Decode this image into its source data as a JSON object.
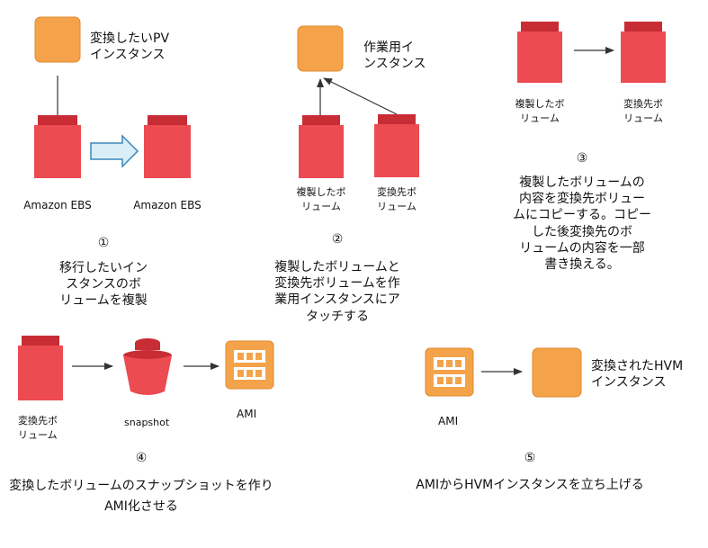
{
  "colors": {
    "instance": "#F5A34A",
    "instance_edge": "#DE8A2E",
    "volume": "#EC4B52",
    "volume_top": "#C82C34",
    "transfer_arrow": "#D9EEF7",
    "transfer_arrow_edge": "#3B86B8",
    "line": "#333333"
  },
  "icons": {
    "instance": "ec2-instance-icon",
    "volume": "ebs-volume-icon",
    "snapshot": "snapshot-bucket-icon",
    "ami": "ami-icon"
  },
  "step1": {
    "instance_label": "変換したいPV\nインスタンス",
    "left_volume_label": "Amazon EBS",
    "right_volume_label": "Amazon EBS",
    "number": "①",
    "caption": "移行したいイン\nスタンスのボ\nリュームを複製"
  },
  "step2": {
    "instance_label": "作業用イ\nンスタンス",
    "left_volume_label": "複製したボ\nリューム",
    "right_volume_label": "変換先ボ\nリューム",
    "number": "②",
    "caption": "複製したボリュームと\n変換先ボリュームを作\n業用インスタンスにア\nタッチする"
  },
  "step3": {
    "left_volume_label": "複製したボ\nリューム",
    "right_volume_label": "変換先ボ\nリューム",
    "number": "③",
    "caption": "複製したボリュームの\n内容を変換先ボリュー\nムにコピーする。コピー\nした後変換先のボ\nリュームの内容を一部\n書き換える。"
  },
  "step4": {
    "volume_label": "変換先ボ\nリューム",
    "snapshot_label": "snapshot",
    "ami_label": "AMI",
    "number": "④",
    "caption": "変換したボリュームのスナップショットを作り\nAMI化させる"
  },
  "step5": {
    "ami_label": "AMI",
    "instance_label": "変換されたHVM\nインスタンス",
    "number": "⑤",
    "caption": "AMIからHVMインスタンスを立ち上げる"
  }
}
